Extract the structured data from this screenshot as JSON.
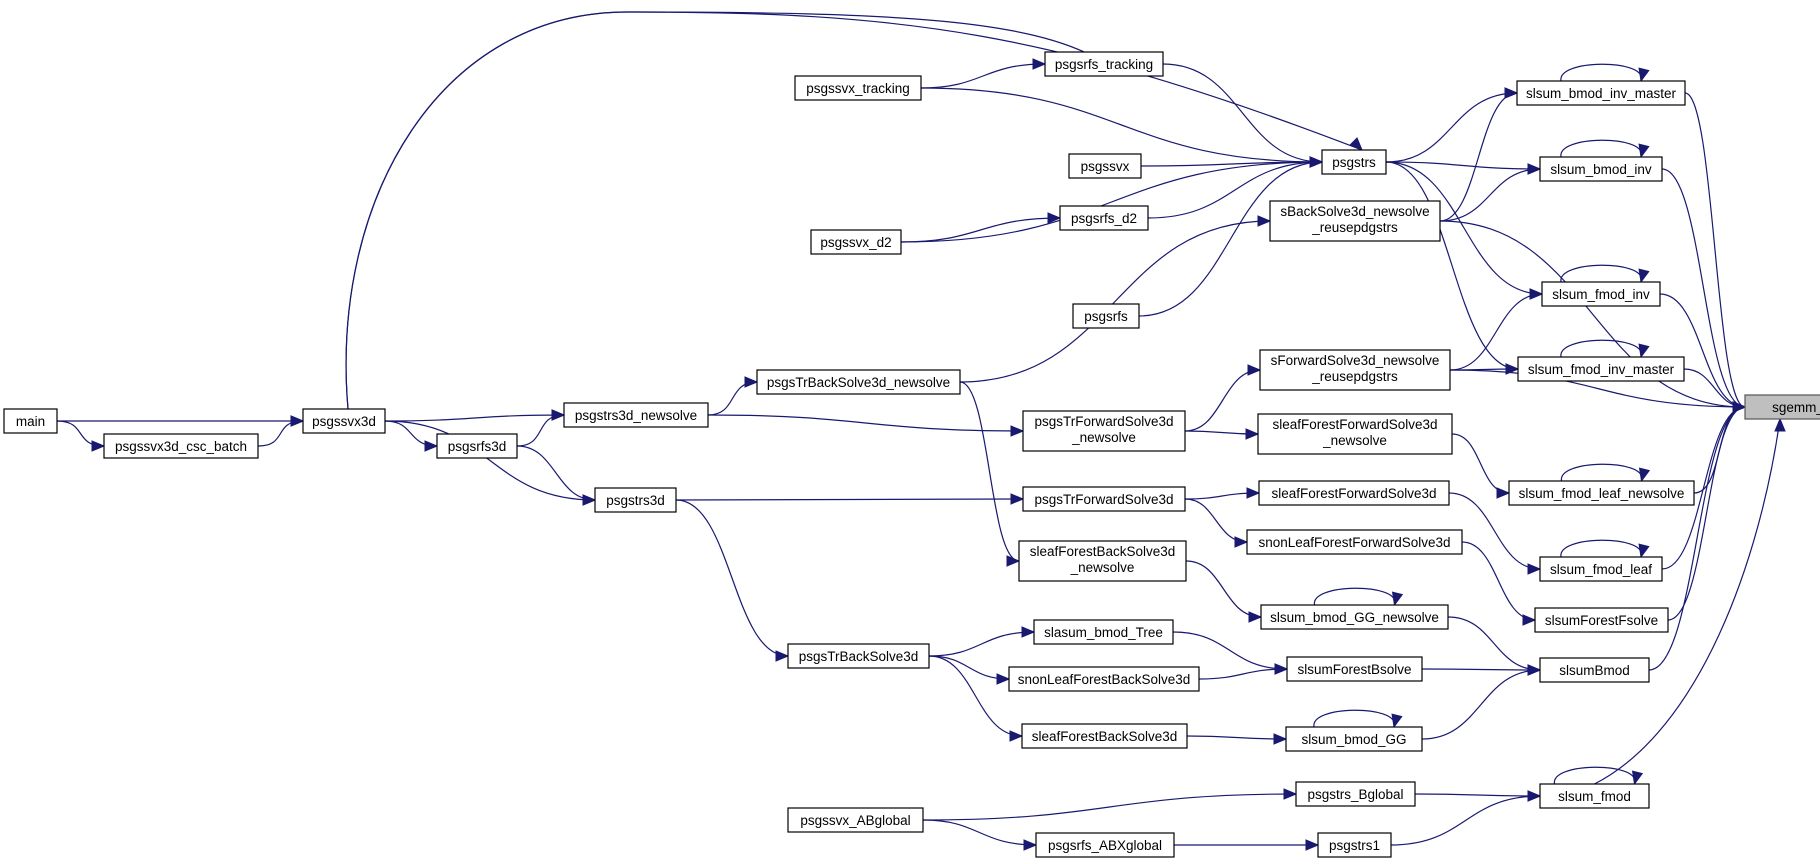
{
  "graph": {
    "nodes": [
      {
        "id": "sgemm",
        "label": [
          "sgemm_"
        ]
      },
      {
        "id": "main",
        "label": [
          "main"
        ]
      },
      {
        "id": "psgssvx3d_csc_batch",
        "label": [
          "psgssvx3d_csc_batch"
        ]
      },
      {
        "id": "psgssvx3d",
        "label": [
          "psgssvx3d"
        ]
      },
      {
        "id": "psgsrfs3d",
        "label": [
          "psgsrfs3d"
        ]
      },
      {
        "id": "psgstrs3d_newsolve",
        "label": [
          "psgstrs3d_newsolve"
        ]
      },
      {
        "id": "psgstrs3d",
        "label": [
          "psgstrs3d"
        ]
      },
      {
        "id": "psgssvx_tracking",
        "label": [
          "psgssvx_tracking"
        ]
      },
      {
        "id": "psgsrfs_tracking",
        "label": [
          "psgsrfs_tracking"
        ]
      },
      {
        "id": "psgssvx",
        "label": [
          "psgssvx"
        ]
      },
      {
        "id": "psgssvx_d2",
        "label": [
          "psgssvx_d2"
        ]
      },
      {
        "id": "psgsrfs_d2",
        "label": [
          "psgsrfs_d2"
        ]
      },
      {
        "id": "psgsrfs",
        "label": [
          "psgsrfs"
        ]
      },
      {
        "id": "psgstrs",
        "label": [
          "psgstrs"
        ]
      },
      {
        "id": "psgsTrBackSolve3d_newsolve",
        "label": [
          "psgsTrBackSolve3d_newsolve"
        ]
      },
      {
        "id": "psgsTrForwardSolve3d_newsolve",
        "label": [
          "psgsTrForwardSolve3d",
          "_newsolve"
        ]
      },
      {
        "id": "psgsTrForwardSolve3d",
        "label": [
          "psgsTrForwardSolve3d"
        ]
      },
      {
        "id": "sleafForestBackSolve3d_newsolve",
        "label": [
          "sleafForestBackSolve3d",
          "_newsolve"
        ]
      },
      {
        "id": "psgsTrBackSolve3d",
        "label": [
          "psgsTrBackSolve3d"
        ]
      },
      {
        "id": "slasum_bmod_Tree",
        "label": [
          "slasum_bmod_Tree"
        ]
      },
      {
        "id": "snonLeafForestBackSolve3d",
        "label": [
          "snonLeafForestBackSolve3d"
        ]
      },
      {
        "id": "sleafForestBackSolve3d",
        "label": [
          "sleafForestBackSolve3d"
        ]
      },
      {
        "id": "psgssvx_ABglobal",
        "label": [
          "psgssvx_ABglobal"
        ]
      },
      {
        "id": "psgsrfs_ABXglobal",
        "label": [
          "psgsrfs_ABXglobal"
        ]
      },
      {
        "id": "psgstrs_Bglobal",
        "label": [
          "psgstrs_Bglobal"
        ]
      },
      {
        "id": "psgstrs1",
        "label": [
          "psgstrs1"
        ]
      },
      {
        "id": "sBackSolve3d_newsolve_reusepdgstrs",
        "label": [
          "sBackSolve3d_newsolve",
          "_reusepdgstrs"
        ]
      },
      {
        "id": "sForwardSolve3d_newsolve_reusepdgstrs",
        "label": [
          "sForwardSolve3d_newsolve",
          "_reusepdgstrs"
        ]
      },
      {
        "id": "sleafForestForwardSolve3d_newsolve",
        "label": [
          "sleafForestForwardSolve3d",
          "_newsolve"
        ]
      },
      {
        "id": "sleafForestForwardSolve3d",
        "label": [
          "sleafForestForwardSolve3d"
        ]
      },
      {
        "id": "snonLeafForestForwardSolve3d",
        "label": [
          "snonLeafForestForwardSolve3d"
        ]
      },
      {
        "id": "slsum_bmod_GG_newsolve",
        "label": [
          "slsum_bmod_GG_newsolve"
        ]
      },
      {
        "id": "slsumForestBsolve",
        "label": [
          "slsumForestBsolve"
        ]
      },
      {
        "id": "slsum_bmod_GG",
        "label": [
          "slsum_bmod_GG"
        ]
      },
      {
        "id": "slsum_bmod_inv_master",
        "label": [
          "slsum_bmod_inv_master"
        ]
      },
      {
        "id": "slsum_bmod_inv",
        "label": [
          "slsum_bmod_inv"
        ]
      },
      {
        "id": "slsum_fmod_inv",
        "label": [
          "slsum_fmod_inv"
        ]
      },
      {
        "id": "slsum_fmod_inv_master",
        "label": [
          "slsum_fmod_inv_master"
        ]
      },
      {
        "id": "slsum_fmod_leaf_newsolve",
        "label": [
          "slsum_fmod_leaf_newsolve"
        ]
      },
      {
        "id": "slsum_fmod_leaf",
        "label": [
          "slsum_fmod_leaf"
        ]
      },
      {
        "id": "slsumForestFsolve",
        "label": [
          "slsumForestFsolve"
        ]
      },
      {
        "id": "slsumBmod",
        "label": [
          "slsumBmod"
        ]
      },
      {
        "id": "slsum_fmod",
        "label": [
          "slsum_fmod"
        ]
      }
    ],
    "edges": [
      [
        "sgemm",
        "slsum_bmod_inv_master"
      ],
      [
        "sgemm",
        "slsum_bmod_inv"
      ],
      [
        "sgemm",
        "sBackSolve3d_newsolve_reusepdgstrs"
      ],
      [
        "sgemm",
        "slsum_fmod_inv"
      ],
      [
        "sgemm",
        "slsum_fmod_inv_master"
      ],
      [
        "sgemm",
        "sForwardSolve3d_newsolve_reusepdgstrs"
      ],
      [
        "sgemm",
        "slsum_fmod_leaf_newsolve"
      ],
      [
        "sgemm",
        "slsum_fmod_leaf"
      ],
      [
        "sgemm",
        "slsumForestFsolve"
      ],
      [
        "sgemm",
        "slsumBmod"
      ],
      [
        "sgemm",
        "slsum_fmod"
      ],
      [
        "sgemm",
        "psgssvx3d"
      ],
      [
        "slsum_bmod_inv_master",
        "slsum_bmod_inv_master"
      ],
      [
        "slsum_bmod_inv",
        "slsum_bmod_inv"
      ],
      [
        "slsum_fmod_inv",
        "slsum_fmod_inv"
      ],
      [
        "slsum_fmod_inv_master",
        "slsum_fmod_inv_master"
      ],
      [
        "slsum_fmod_leaf_newsolve",
        "slsum_fmod_leaf_newsolve"
      ],
      [
        "slsum_fmod_leaf",
        "slsum_fmod_leaf"
      ],
      [
        "slsum_bmod_GG_newsolve",
        "slsum_bmod_GG_newsolve"
      ],
      [
        "slsum_bmod_GG",
        "slsum_bmod_GG"
      ],
      [
        "slsum_fmod",
        "slsum_fmod"
      ],
      [
        "slsum_bmod_inv_master",
        "psgstrs"
      ],
      [
        "slsum_bmod_inv_master",
        "sBackSolve3d_newsolve_reusepdgstrs"
      ],
      [
        "slsum_bmod_inv",
        "psgstrs"
      ],
      [
        "slsum_bmod_inv",
        "sBackSolve3d_newsolve_reusepdgstrs"
      ],
      [
        "slsum_fmod_inv",
        "psgstrs"
      ],
      [
        "slsum_fmod_inv",
        "sForwardSolve3d_newsolve_reusepdgstrs"
      ],
      [
        "slsum_fmod_inv_master",
        "psgstrs"
      ],
      [
        "slsum_fmod_inv_master",
        "sForwardSolve3d_newsolve_reusepdgstrs"
      ],
      [
        "slsum_fmod_leaf_newsolve",
        "sleafForestForwardSolve3d_newsolve"
      ],
      [
        "slsum_fmod_leaf",
        "sleafForestForwardSolve3d"
      ],
      [
        "slsumForestFsolve",
        "snonLeafForestForwardSolve3d"
      ],
      [
        "slsumBmod",
        "slsum_bmod_GG_newsolve"
      ],
      [
        "slsumBmod",
        "slsumForestBsolve"
      ],
      [
        "slsumBmod",
        "slsum_bmod_GG"
      ],
      [
        "slsum_fmod",
        "psgstrs_Bglobal"
      ],
      [
        "slsum_fmod",
        "psgstrs1"
      ],
      [
        "psgstrs",
        "psgsrfs_tracking"
      ],
      [
        "psgstrs",
        "psgssvx_tracking"
      ],
      [
        "psgstrs",
        "psgssvx"
      ],
      [
        "psgstrs",
        "psgsrfs_d2"
      ],
      [
        "psgstrs",
        "psgssvx_d2"
      ],
      [
        "psgstrs",
        "psgsrfs"
      ],
      [
        "psgstrs",
        "psgssvx3d"
      ],
      [
        "psgsrfs_tracking",
        "psgssvx_tracking"
      ],
      [
        "psgsrfs_d2",
        "psgssvx_d2"
      ],
      [
        "sBackSolve3d_newsolve_reusepdgstrs",
        "psgsTrBackSolve3d_newsolve"
      ],
      [
        "sForwardSolve3d_newsolve_reusepdgstrs",
        "psgsTrForwardSolve3d_newsolve"
      ],
      [
        "sleafForestForwardSolve3d_newsolve",
        "psgsTrForwardSolve3d_newsolve"
      ],
      [
        "sleafForestForwardSolve3d",
        "psgsTrForwardSolve3d"
      ],
      [
        "snonLeafForestForwardSolve3d",
        "psgsTrForwardSolve3d"
      ],
      [
        "slsum_bmod_GG_newsolve",
        "sleafForestBackSolve3d_newsolve"
      ],
      [
        "slsumForestBsolve",
        "slasum_bmod_Tree"
      ],
      [
        "slsumForestBsolve",
        "snonLeafForestBackSolve3d"
      ],
      [
        "slsum_bmod_GG",
        "sleafForestBackSolve3d"
      ],
      [
        "psgstrs_Bglobal",
        "psgssvx_ABglobal"
      ],
      [
        "psgstrs1",
        "psgsrfs_ABXglobal"
      ],
      [
        "psgsrfs_ABXglobal",
        "psgssvx_ABglobal"
      ],
      [
        "psgsTrBackSolve3d_newsolve",
        "psgstrs3d_newsolve"
      ],
      [
        "psgsTrForwardSolve3d_newsolve",
        "psgstrs3d_newsolve"
      ],
      [
        "psgsTrForwardSolve3d",
        "psgstrs3d"
      ],
      [
        "sleafForestBackSolve3d_newsolve",
        "psgsTrBackSolve3d_newsolve"
      ],
      [
        "slasum_bmod_Tree",
        "psgsTrBackSolve3d"
      ],
      [
        "snonLeafForestBackSolve3d",
        "psgsTrBackSolve3d"
      ],
      [
        "sleafForestBackSolve3d",
        "psgsTrBackSolve3d"
      ],
      [
        "psgsTrBackSolve3d",
        "psgstrs3d"
      ],
      [
        "psgstrs3d_newsolve",
        "psgssvx3d"
      ],
      [
        "psgstrs3d_newsolve",
        "psgsrfs3d"
      ],
      [
        "psgstrs3d",
        "psgssvx3d"
      ],
      [
        "psgstrs3d",
        "psgsrfs3d"
      ],
      [
        "psgsrfs3d",
        "psgssvx3d"
      ],
      [
        "psgssvx3d",
        "main"
      ],
      [
        "psgssvx3d",
        "psgssvx3d_csc_batch"
      ],
      [
        "psgssvx3d_csc_batch",
        "main"
      ]
    ]
  }
}
